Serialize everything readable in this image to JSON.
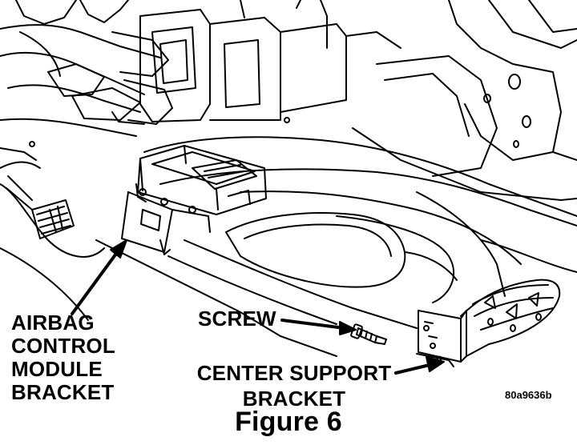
{
  "labels": {
    "airbag_module_bracket": "AIRBAG\nCONTROL\nMODULE\nBRACKET",
    "screw": "SCREW",
    "center_support_bracket": "CENTER SUPPORT\nBRACKET",
    "image_code": "80a9636b"
  },
  "caption": "Figure 6",
  "colors": {
    "ink": "#000000",
    "paper": "#ffffff"
  }
}
